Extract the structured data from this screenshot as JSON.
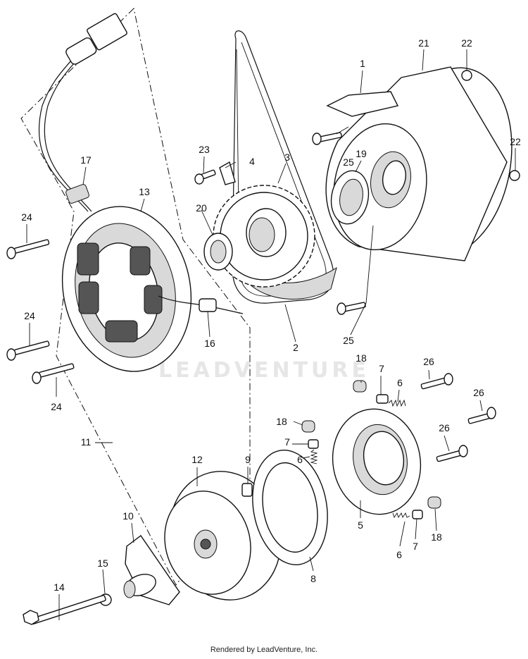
{
  "watermark": "LEADVENTURE",
  "footer": "Rendered by LeadVenture, Inc.",
  "callouts": {
    "c1": "1",
    "c2": "2",
    "c3": "3",
    "c4": "4",
    "c5": "5",
    "c6a": "6",
    "c6b": "6",
    "c6c": "6",
    "c7a": "7",
    "c7b": "7",
    "c7c": "7",
    "c8": "8",
    "c9": "9",
    "c10": "10",
    "c11": "11",
    "c12": "12",
    "c13": "13",
    "c14": "14",
    "c15": "15",
    "c16": "16",
    "c17": "17",
    "c18a": "18",
    "c18b": "18",
    "c18c": "18",
    "c19": "19",
    "c20": "20",
    "c21": "21",
    "c22a": "22",
    "c22b": "22",
    "c23": "23",
    "c24a": "24",
    "c24b": "24",
    "c24c": "24",
    "c25a": "25",
    "c25b": "25",
    "c26a": "26",
    "c26b": "26",
    "c26c": "26"
  }
}
